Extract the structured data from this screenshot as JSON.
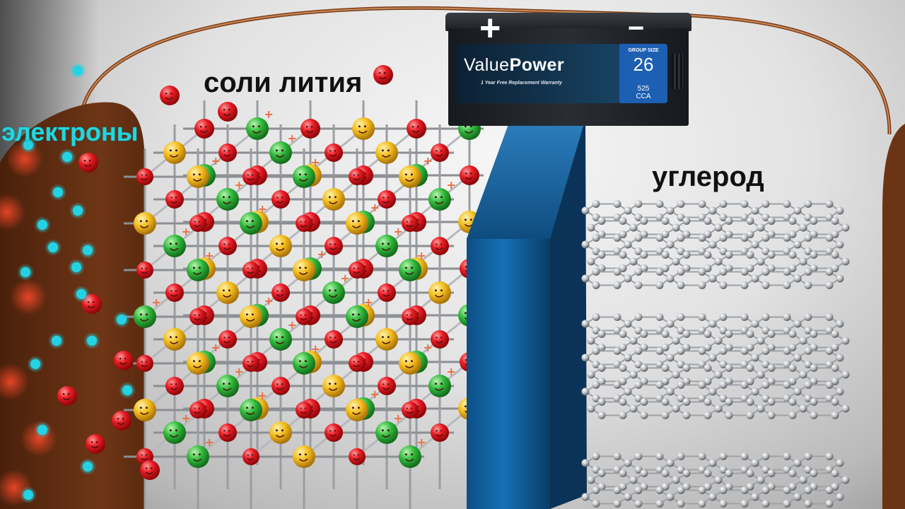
{
  "labels": {
    "salts": "соли лития",
    "carbon": "углерод",
    "electrons": "электроны"
  },
  "battery": {
    "brand_light": "Value",
    "brand_bold": "Power",
    "warranty": "1 Year Free Replacement Warranty",
    "group_size_label": "GROUP SIZE",
    "group_size": "26",
    "cca_value": "525",
    "cca_unit": "CCA",
    "positive_terminal": "+",
    "negative_terminal": "−"
  },
  "colors": {
    "electron": "#24d3e3",
    "lithium_red": "#e0141f",
    "yellow_atom": "#f2bc1c",
    "green_atom": "#2fb73a",
    "separator": "#0f63a6",
    "wire": "#a85c2e",
    "anode": "#6b3414",
    "carbon_atom": "#cfd2d6"
  }
}
